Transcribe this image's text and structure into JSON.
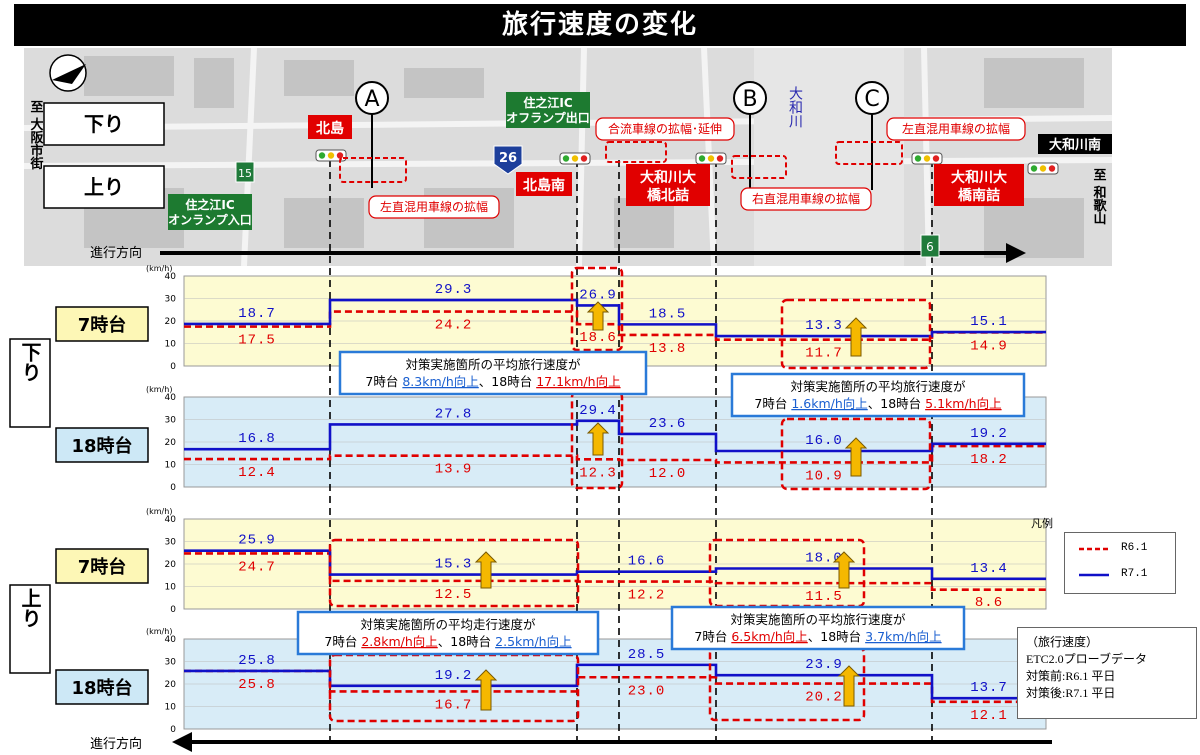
{
  "title": "旅行速度の変化",
  "directions": {
    "down": "下り",
    "up": "上り",
    "travel": "進行方向"
  },
  "map": {
    "left_dest": "至 大阪市街",
    "right_dest": "至 和歌山",
    "points": [
      "A",
      "B",
      "C"
    ],
    "route15": "15",
    "route26": "26",
    "route6": "6",
    "places": {
      "kitajima": "北島",
      "kitajima_minami": "北島南",
      "yamato_kita": "大和川大橋北詰",
      "yamato_minami": "大和川大橋南詰",
      "yamatogawa_minami": "大和川南",
      "river": "大和川"
    },
    "ramps": {
      "off": "住之江IC オフランプ出口",
      "on": "住之江IC オンランプ入口"
    },
    "measures": {
      "merge": "合流車線の拡幅･延伸",
      "left_up": "左直混用車線の拡幅",
      "right_up": "右直混用車線の拡幅",
      "left_down": "左直混用車線の拡幅"
    }
  },
  "legend": {
    "title": "凡例",
    "r6": "R6.1",
    "r7": "R7.1"
  },
  "source": {
    "line1": "（旅行速度）",
    "line2": "ETC2.0プローブデータ",
    "line3": "対策前:R6.1 平日",
    "line4": "対策後:R7.1 平日"
  },
  "colors": {
    "r6": "#e00000",
    "r7": "#1010c8",
    "panel_yellow": "#fdfbd2",
    "panel_blue": "#d8ecf7",
    "arrow": "#f5b800"
  },
  "chart_data": [
    {
      "type": "line",
      "panel": "down-7",
      "label": "7時台",
      "ylabel": "(km/h)",
      "ylim": [
        0,
        40
      ],
      "yticks": [
        0,
        10,
        20,
        30,
        40
      ],
      "series": [
        {
          "name": "R6.1",
          "values": [
            17.5,
            24.2,
            18.6,
            13.8,
            11.7,
            14.9
          ]
        },
        {
          "name": "R7.1",
          "values": [
            18.7,
            29.3,
            26.9,
            18.5,
            13.3,
            15.1
          ]
        }
      ]
    },
    {
      "type": "line",
      "panel": "down-18",
      "label": "18時台",
      "ylabel": "(km/h)",
      "ylim": [
        0,
        40
      ],
      "yticks": [
        0,
        10,
        20,
        30,
        40
      ],
      "series": [
        {
          "name": "R6.1",
          "values": [
            12.4,
            13.9,
            12.3,
            12.0,
            10.9,
            18.2
          ]
        },
        {
          "name": "R7.1",
          "values": [
            16.8,
            27.8,
            29.4,
            23.6,
            16.0,
            19.2
          ]
        }
      ]
    },
    {
      "type": "line",
      "panel": "up-7",
      "label": "7時台",
      "ylabel": "(km/h)",
      "ylim": [
        0,
        40
      ],
      "yticks": [
        0,
        10,
        20,
        30,
        40
      ],
      "series": [
        {
          "name": "R6.1",
          "values": [
            24.7,
            12.5,
            12.2,
            11.5,
            8.6
          ]
        },
        {
          "name": "R7.1",
          "values": [
            25.9,
            15.3,
            16.6,
            18.0,
            13.4
          ]
        }
      ]
    },
    {
      "type": "line",
      "panel": "up-18",
      "label": "18時台",
      "ylabel": "(km/h)",
      "ylim": [
        0,
        40
      ],
      "yticks": [
        0,
        10,
        20,
        30,
        40
      ],
      "series": [
        {
          "name": "R6.1",
          "values": [
            25.8,
            16.7,
            23.0,
            20.2,
            12.1
          ]
        },
        {
          "name": "R7.1",
          "values": [
            25.8,
            19.2,
            28.5,
            23.9,
            13.7
          ]
        }
      ]
    }
  ],
  "annotations": {
    "down_left": {
      "line1": "対策実施箇所の平均旅行速度が",
      "pre1": "7時台 ",
      "v1": "8.3km/h向上",
      "mid": "、18時台 ",
      "v2": "17.1km/h向上"
    },
    "down_right": {
      "line1": "対策実施箇所の平均旅行速度が",
      "pre1": "7時台 ",
      "v1": "1.6km/h向上",
      "mid": "、18時台 ",
      "v2": "5.1km/h向上"
    },
    "up_left": {
      "line1": "対策実施箇所の平均走行速度が",
      "pre1": "7時台 ",
      "v1": "2.8km/h向上",
      "mid": "、18時台 ",
      "v2": "2.5km/h向上"
    },
    "up_right": {
      "line1": "対策実施箇所の平均旅行速度が",
      "pre1": "7時台 ",
      "v1": "6.5km/h向上",
      "mid": "、18時台 ",
      "v2": "3.7km/h向上"
    }
  }
}
